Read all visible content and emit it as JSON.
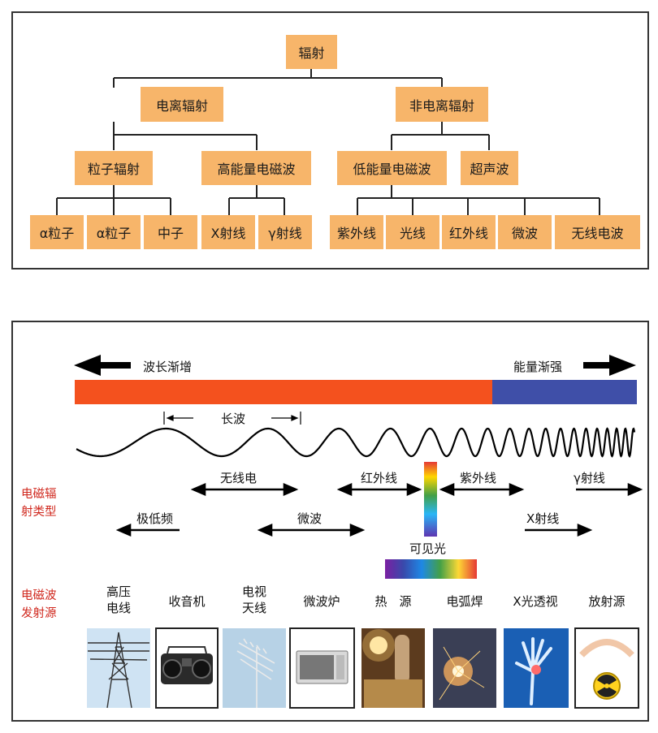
{
  "tree": {
    "root": "辐射",
    "ionizing": "电离辐射",
    "non_ionizing": "非电离辐射",
    "particle": "粒子辐射",
    "high_em": "高能量电磁波",
    "low_em": "低能量电磁波",
    "ultrasound": "超声波",
    "leaves": [
      "α粒子",
      "α粒子",
      "中子",
      "X射线",
      "γ射线",
      "紫外线",
      "光线",
      "红外线",
      "微波",
      "无线电波"
    ]
  },
  "spectrum": {
    "wavelength_label": "波长渐增",
    "energy_label": "能量渐强",
    "long_wave_label": "长波",
    "side_type_label": [
      "电磁辐",
      "射类型"
    ],
    "side_source_label": [
      "电磁波",
      "发射源"
    ],
    "types": {
      "radio": "无线电",
      "infrared": "红外线",
      "ultraviolet": "紫外线",
      "gamma": "γ射线",
      "elf": "极低频",
      "microwave": "微波",
      "xray": "X射线",
      "visible": "可见光"
    },
    "colors": {
      "long": "#f4511e",
      "short": "#3f4fa8",
      "node": "#f7b56a",
      "side_label": "#d0281e"
    },
    "sources": [
      [
        "高压",
        "电线"
      ],
      [
        "收音机"
      ],
      [
        "电视",
        "天线"
      ],
      [
        "微波炉"
      ],
      [
        "热　源"
      ],
      [
        "电弧焊"
      ],
      [
        "X光透视"
      ],
      [
        "放射源"
      ]
    ]
  }
}
